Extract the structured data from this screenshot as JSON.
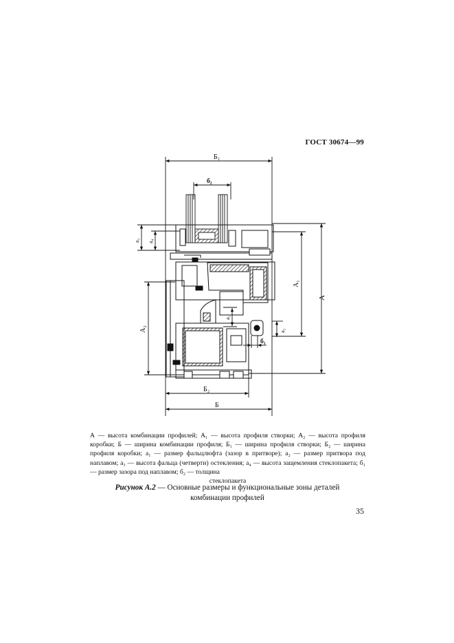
{
  "header": {
    "doc_code": "ГОСТ 30674—99"
  },
  "figure": {
    "dims": {
      "B_total": "Б",
      "B1": "Б₁",
      "B2": "Б₂",
      "b1": "б₁",
      "b2": "б₂",
      "A_total": "А",
      "A1": "А₁",
      "A2": "А₂",
      "a1": "a₁",
      "a2": "a₂",
      "a3": "a₃",
      "a4": "a₄"
    }
  },
  "legend": {
    "main": "А — высота комбинации профилей; А₁ — высота профиля створки; А₂ — высота профиля коробки; Б — ширина комбинации профиля; Б₁ — ширина профиля створки; Б₂ — ширина профиля коробки; a₁ — размер фальцлюфта (зазор в притворе); a₂ — размер притвора под наплавом; a₃ — высота фальца (четверти) остекления; a₄ — высота защемления стеклопакета; б₁ — размер зазора под наплавом; б₂ — толщина",
    "last": "стеклопакета"
  },
  "caption": {
    "label": "Рисунок А.2",
    "dash": " — ",
    "line1": "Основные размеры и функциональные зоны деталей",
    "line2": "комбинации профилей"
  },
  "page_number": "35"
}
